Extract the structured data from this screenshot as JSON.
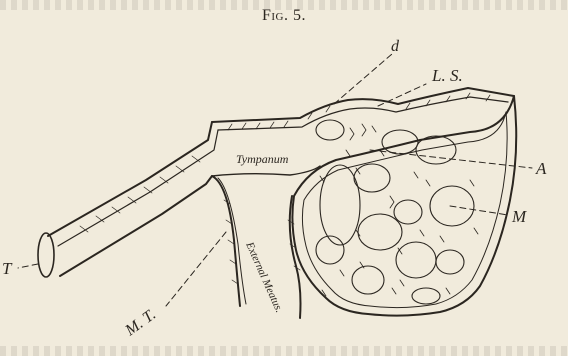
{
  "figure": {
    "title": "Fig. 5.",
    "labels": {
      "d": "d",
      "ls": "L. S.",
      "a": "A",
      "m": "M",
      "t": "T",
      "mt": "M. T.",
      "tympanum": "Tympanum",
      "meatus": "External Meatus."
    }
  },
  "colors": {
    "paper": "#f1ebdc",
    "ink": "#2b2620"
  }
}
